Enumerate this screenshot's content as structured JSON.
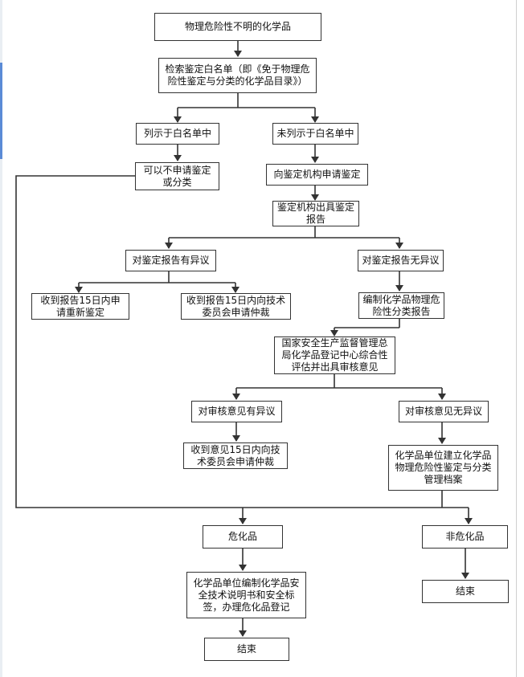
{
  "flowchart": {
    "nodes": {
      "start": "物理危险性不明的化学品",
      "search": "检索鉴定白名单（即《免于物理危\n险性鉴定与分类的化学品目录》）",
      "listed": "列示于白名单中",
      "not_listed": "未列示于白名单中",
      "may_skip": "可以不申请鉴定\n或分类",
      "apply": "向鉴定机构申请鉴定",
      "report": "鉴定机构出具鉴定\n报告",
      "objection": "对鉴定报告有异议",
      "no_objection": "对鉴定报告无异议",
      "reappraise": "收到报告15日内申\n请重新鉴定",
      "arbitrate1": "收到报告15日内向技术\n委员会申请仲裁",
      "compile": "编制化学品物理危\n险性分类报告",
      "review": "国家安全生产监督管理总\n局化学品登记中心综合性\n评估并出具审核意见",
      "review_objection": "对审核意见有异议",
      "review_no_objection": "对审核意见无异议",
      "arbitrate2": "收到意见15日内向技\n术委员会申请仲裁",
      "archive": "化学品单位建立化学品\n物理危险性鉴定与分类\n管理档案",
      "hazardous": "危化品",
      "non_hazardous": "非危化品",
      "register": "化学品单位编制化学品安\n全技术说明书和安全标\n签，办理危化品登记",
      "end_left": "结束",
      "end_right": "结束"
    }
  }
}
